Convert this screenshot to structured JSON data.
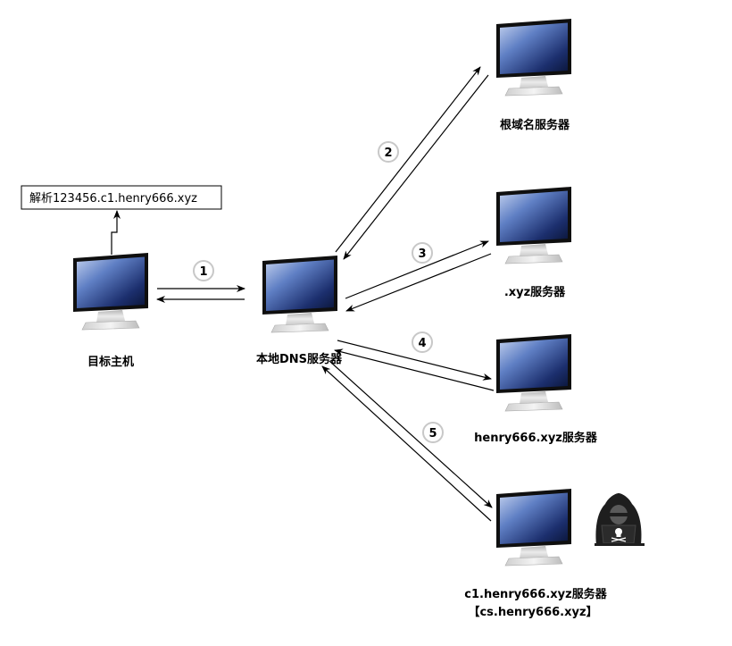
{
  "query_box": {
    "text": "解析123456.c1.henry666.xyz"
  },
  "nodes": {
    "target_host": {
      "label": "目标主机"
    },
    "local_dns": {
      "label": "本地DNS服务器"
    },
    "root_dns": {
      "label": "根域名服务器"
    },
    "xyz_dns": {
      "label": ".xyz服务器"
    },
    "henry_dns": {
      "label": "henry666.xyz服务器"
    },
    "c1_dns": {
      "label_line1": "c1.henry666.xyz服务器",
      "label_line2": "【cs.henry666.xyz】"
    }
  },
  "steps": [
    "1",
    "2",
    "3",
    "4",
    "5"
  ],
  "colors": {
    "arrow": "#000000",
    "step_circle_stroke": "#c8c8c8",
    "monitor_bezel": "#111111",
    "screen_light": "#b8c8e8",
    "screen_dark": "#0a1a4a",
    "stand": "#d4d4d4"
  },
  "icons": {
    "monitor": "computer-monitor-icon",
    "attacker": "hacker-icon"
  }
}
